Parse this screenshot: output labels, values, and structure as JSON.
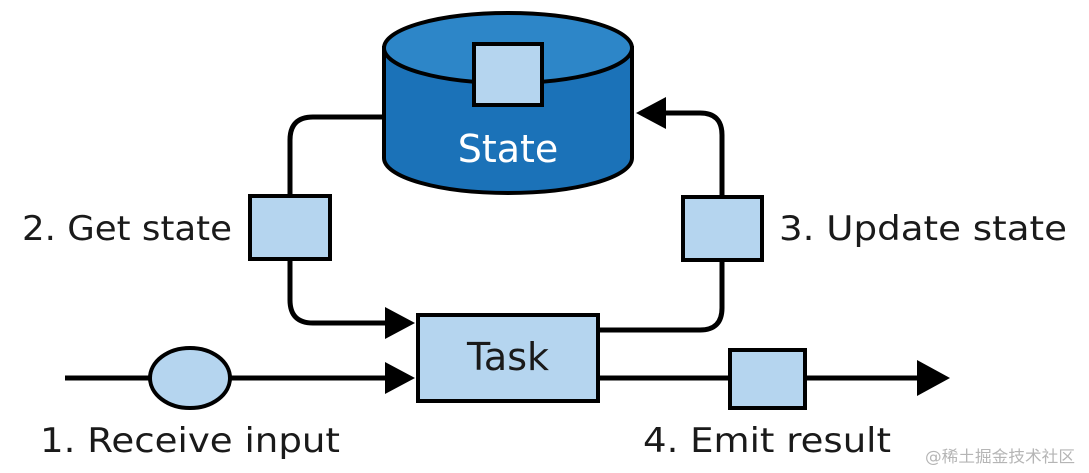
{
  "diagram": {
    "state_label": "State",
    "task_label": "Task",
    "steps": {
      "receive": "1. Receive input",
      "get": "2. Get state",
      "update": "3. Update state",
      "emit": "4. Emit result"
    },
    "watermark": "@稀土掘金技术社区",
    "colors": {
      "line": "#000000",
      "box_fill": "#b5d5ef",
      "cylinder_fill": "#1b72b8",
      "cylinder_top": "#2d86c8",
      "text": "#1a1a1a"
    }
  }
}
